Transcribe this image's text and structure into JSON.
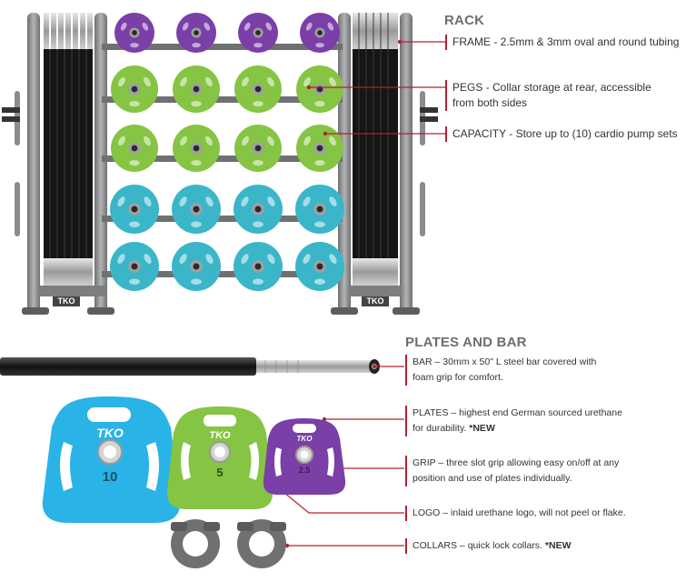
{
  "rack": {
    "heading": "RACK",
    "frame": "FRAME - 2.5mm & 3mm oval and round tubing",
    "pegs_line1": "PEGS - Collar storage at rear, accessible",
    "pegs_line2": "from both sides",
    "capacity": "CAPACITY - Store up to (10) cardio pump sets",
    "brand_left": "TKO",
    "brand_right": "TKO"
  },
  "plates_and_bar": {
    "heading": "PLATES AND BAR",
    "bar_line1": "BAR – 30mm x 50\" L steel bar covered with",
    "bar_line2": "foam grip for comfort.",
    "plates_line1": "PLATES – highest end German sourced urethane",
    "plates_line2": "for durability.",
    "plates_new": "*NEW",
    "grip_line1": "GRIP – three slot grip allowing easy on/off at any",
    "grip_line2": "position and use of plates individually.",
    "logo": "LOGO – inlaid urethane logo, will not peel or flake.",
    "collars": "COLLARS – quick lock collars.",
    "collars_new": "*NEW",
    "plate_large_brand": "TKO",
    "plate_large_weight": "10",
    "plate_medium_brand": "TKO",
    "plate_medium_weight": "5",
    "plate_small_brand": "TKO",
    "plate_small_weight": "2.5"
  },
  "colors": {
    "accent_line": "#b8202f",
    "heading": "#6d6e70",
    "purple_plate": "#7b3fa8",
    "green_plate": "#86c443",
    "teal_plate": "#3bb6c9",
    "blue_plate": "#2ab3e6",
    "frame_gray": "#8a8b8d"
  }
}
